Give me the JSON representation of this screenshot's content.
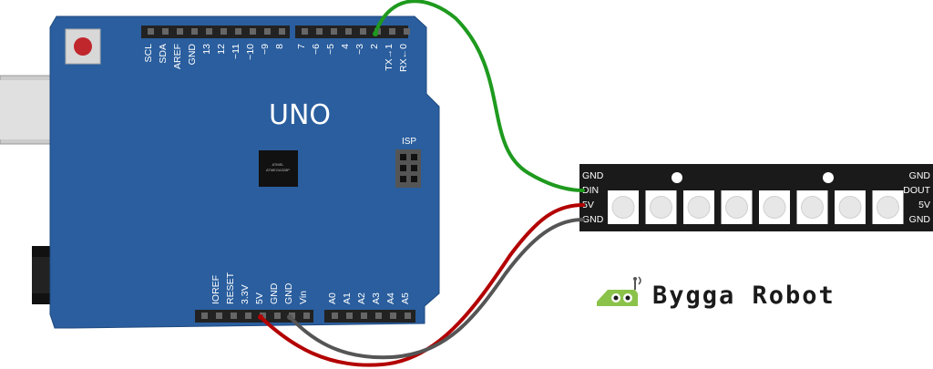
{
  "board": {
    "name": "UNO",
    "isp_label": "ISP",
    "chip_text_1": "ATMEL",
    "chip_text_2": "ATMEGA328P",
    "top_pins_left": [
      "SCL",
      "SDA",
      "AREF",
      "GND",
      "13",
      "12",
      "~11",
      "~10",
      "~9",
      "8"
    ],
    "top_pins_right": [
      "7",
      "~6",
      "~5",
      "4",
      "~3",
      "2",
      "TX→1",
      "RX←0"
    ],
    "bottom_pins_left": [
      "IOREF",
      "RESET",
      "3.3V",
      "5V",
      "GND",
      "GND",
      "Vin"
    ],
    "bottom_pins_right": [
      "A0",
      "A1",
      "A2",
      "A3",
      "A4",
      "A5"
    ]
  },
  "strip": {
    "left_labels": [
      "GND",
      "DIN",
      "5V",
      "GND"
    ],
    "right_labels": [
      "GND",
      "DOUT",
      "5V",
      "GND"
    ],
    "led_count": 8
  },
  "brand": {
    "name": "Bygga Robot"
  },
  "colors": {
    "board": "#2A5E9E",
    "board_edge": "#1F4A80",
    "wire_signal": "#1E9A1E",
    "wire_power": "#B30000",
    "wire_ground": "#555555",
    "strip_bg": "#1A1A1A",
    "led_outer": "#FFFFFF",
    "led_inner": "#E7E7E7",
    "brand_green": "#8BC34A"
  }
}
